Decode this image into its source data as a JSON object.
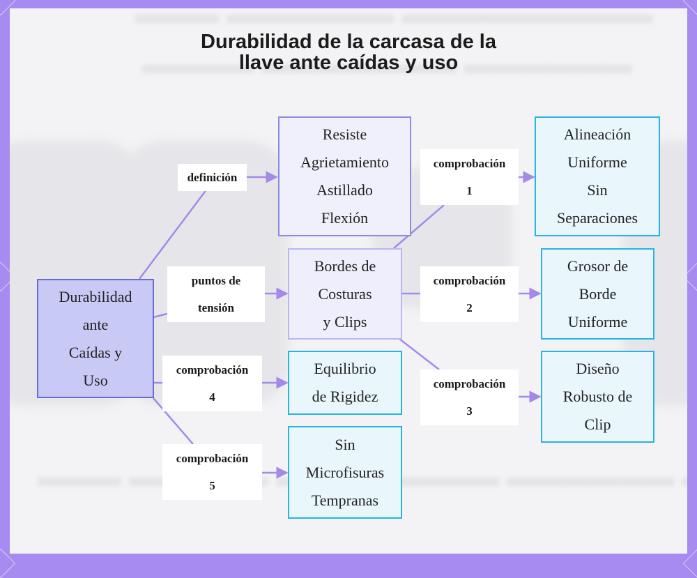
{
  "title": {
    "line1": "Durabilidad de la carcasa de la",
    "line2": "llave ante caídas y uso"
  },
  "colors": {
    "frame": "#a78bf0",
    "edge": "#a48ae8",
    "root_fill": "#c9c9f5",
    "root_border": "#6a6ad8",
    "cyan_border": "#27b4e0",
    "cyan_fill": "#e9f7fd"
  },
  "nodes": {
    "root": [
      "Durabilidad",
      "ante",
      "Caídas y",
      "Uso"
    ],
    "definition": [
      "Resiste",
      "Agrietamiento",
      "Astillado",
      "Flexión"
    ],
    "edges_clips": [
      "Bordes de",
      "Costuras",
      "y Clips"
    ],
    "stiffness": [
      "Equilibrio",
      "de Rigidez"
    ],
    "microcracks": [
      "Sin",
      "Microfisuras",
      "Tempranas"
    ],
    "alignment": [
      "Alineación",
      "Uniforme",
      "Sin",
      "Separaciones"
    ],
    "thickness": [
      "Grosor de",
      "Borde",
      "Uniforme"
    ],
    "clip_design": [
      "Diseño",
      "Robusto de",
      "Clip"
    ]
  },
  "edge_labels": {
    "definicion": [
      "definición"
    ],
    "puntos": [
      "puntos de",
      "tensión"
    ],
    "c1": [
      "comprobación",
      "1"
    ],
    "c2": [
      "comprobación",
      "2"
    ],
    "c3": [
      "comprobación",
      "3"
    ],
    "c4": [
      "comprobación",
      "4"
    ],
    "c5": [
      "comprobación",
      "5"
    ]
  }
}
